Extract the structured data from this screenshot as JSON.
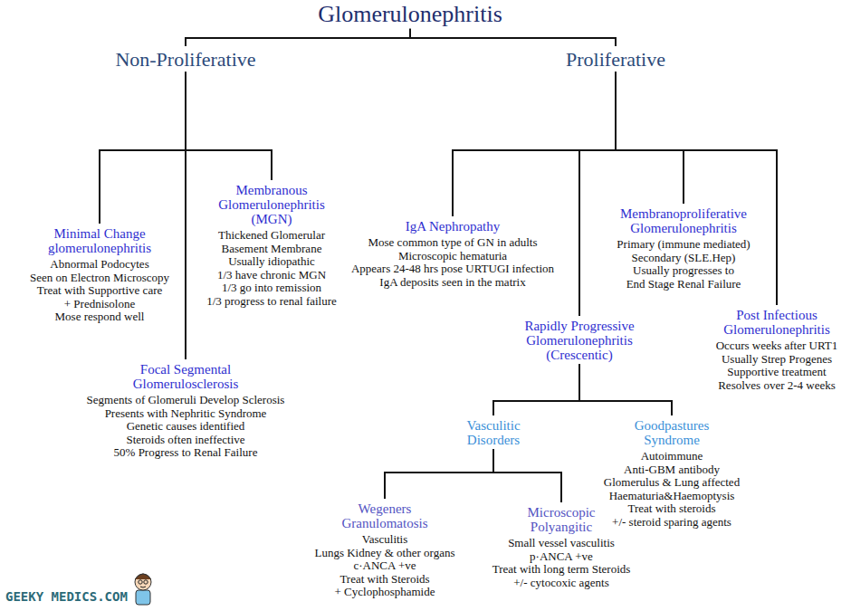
{
  "diagram": {
    "nodes": [
      {
        "text": [
          "Glomerulonephritis"
        ]
      },
      {
        "text": [
          "Non-Proliferative"
        ]
      },
      {
        "text": [
          "Proliferative"
        ]
      },
      {
        "text": [
          "Minimal Change glomerulonephritis",
          "Abnormal Podocytes",
          "Seen on Electron Microscopy",
          "Treat with Supportive care",
          "+ Prednisolone",
          "Mose respond well"
        ]
      },
      {
        "text": [
          "Membranous Glomerulonephritis (MGN)",
          "Thickened Glomerular",
          "Basement Membrane",
          "Usually idiopathic",
          "1/3 have chronic MGN",
          "1/3 go into remission",
          "1/3 progress to renal failure"
        ]
      },
      {
        "text": [
          "Focal Segmental Glomerulosclerosis",
          "Segments of Glomeruli Develop Sclerosis",
          "Presents with Nephritic Syndrome",
          "Genetic causes identified",
          "Steroids often ineffective",
          "50% Progress to Renal Failure"
        ]
      },
      {
        "text": [
          "IgA Nephropathy",
          "Mose common type of GN in adults",
          "Microscopic hematuria",
          "Appears 24-48 hrs pose URTUGI infection",
          "IgA deposits seen in the matrix"
        ]
      },
      {
        "text": [
          "Rapidly Progressive Glomerulonephritis (Crescentic)"
        ]
      },
      {
        "text": [
          "Membranoproliferative Glomerulonephritis",
          "Primary (immune mediated)",
          "Secondary (SLE.Hep)",
          "Usually progresses to",
          "End Stage Renal Failure"
        ]
      },
      {
        "text": [
          "Post Infectious Glomerulonephritis",
          "Occurs weeks after URT1",
          "Usually Strep Progenes",
          "Supportive treatment",
          "Resolves over 2-4 weeks"
        ]
      },
      {
        "text": [
          "Vasculitic Disorders"
        ]
      },
      {
        "text": [
          "Goodpastures Syndrome",
          "Autoimmune",
          "Anti-GBM antibody",
          "Glomerulus & Lung affected",
          "Haematuria&Haemoptysis",
          "Treat with steroids",
          "+/- steroid sparing agents"
        ]
      },
      {
        "text": [
          "Wegeners Granulomatosis",
          "Vasculitis",
          "Lungs Kidney & other organs",
          "c·ANCA +ve",
          "Treat with Steroids",
          "+ Cyclophosphamide"
        ]
      },
      {
        "text": [
          "Microscopic Polyangitic",
          "Small vessel vasculitis",
          "p·ANCA +ve",
          "Treat with long term Steroids",
          "+/- cytocoxic agents"
        ]
      }
    ],
    "edges": [
      {
        "from": 0,
        "to": 1,
        "arrow": "none"
      },
      {
        "from": 0,
        "to": 2,
        "arrow": "none"
      },
      {
        "from": 1,
        "to": 3,
        "arrow": "none"
      },
      {
        "from": 1,
        "to": 4,
        "arrow": "none"
      },
      {
        "from": 1,
        "to": 5,
        "arrow": "none"
      },
      {
        "from": 2,
        "to": 6,
        "arrow": "none"
      },
      {
        "from": 2,
        "to": 7,
        "arrow": "none"
      },
      {
        "from": 2,
        "to": 8,
        "arrow": "none"
      },
      {
        "from": 2,
        "to": 9,
        "arrow": "none"
      },
      {
        "from": 7,
        "to": 10,
        "arrow": "none"
      },
      {
        "from": 7,
        "to": 11,
        "arrow": "none"
      },
      {
        "from": 10,
        "to": 12,
        "arrow": "none"
      },
      {
        "from": 10,
        "to": 13,
        "arrow": "none"
      }
    ],
    "labels": [
      "GEEKY MEDICS.COM"
    ]
  }
}
